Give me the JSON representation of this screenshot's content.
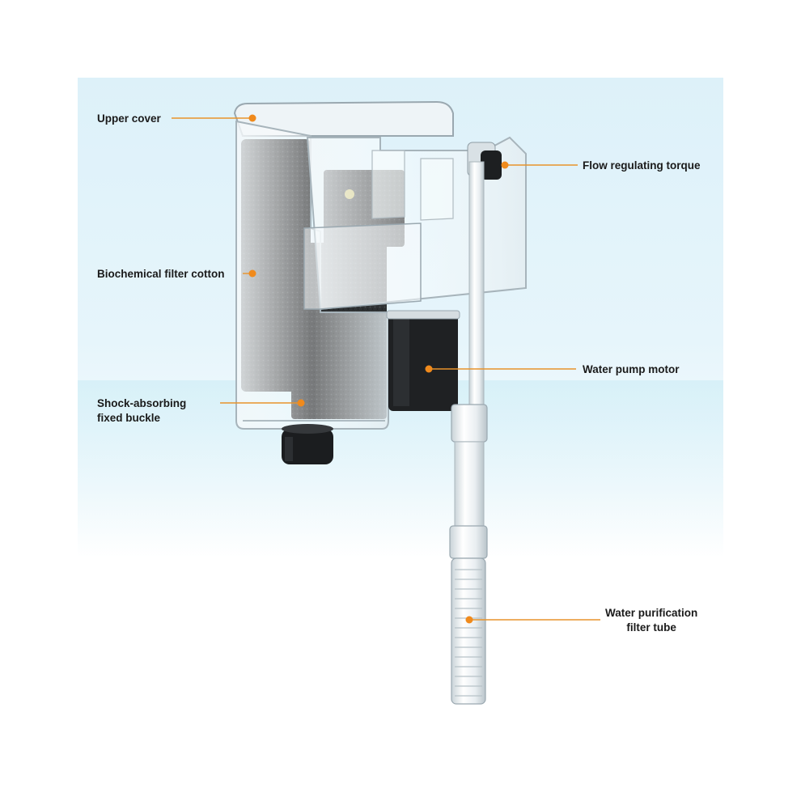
{
  "labels": {
    "upper_cover": "Upper cover",
    "biochemical_filter_cotton": "Biochemical filter cotton",
    "shock_absorbing_line1": "Shock-absorbing",
    "shock_absorbing_line2": "fixed buckle",
    "flow_regulating_torque": "Flow regulating torque",
    "water_pump_motor": "Water pump motor",
    "water_purification_line1": "Water purification",
    "water_purification_line2": "filter tube"
  },
  "colors": {
    "leader_line": "#e8932b",
    "leader_dot": "#f08a1c",
    "background": "#e2f3fa",
    "label_text": "#1a1a1a"
  },
  "icons": {
    "product": "hang-on-aquarium-filter"
  }
}
